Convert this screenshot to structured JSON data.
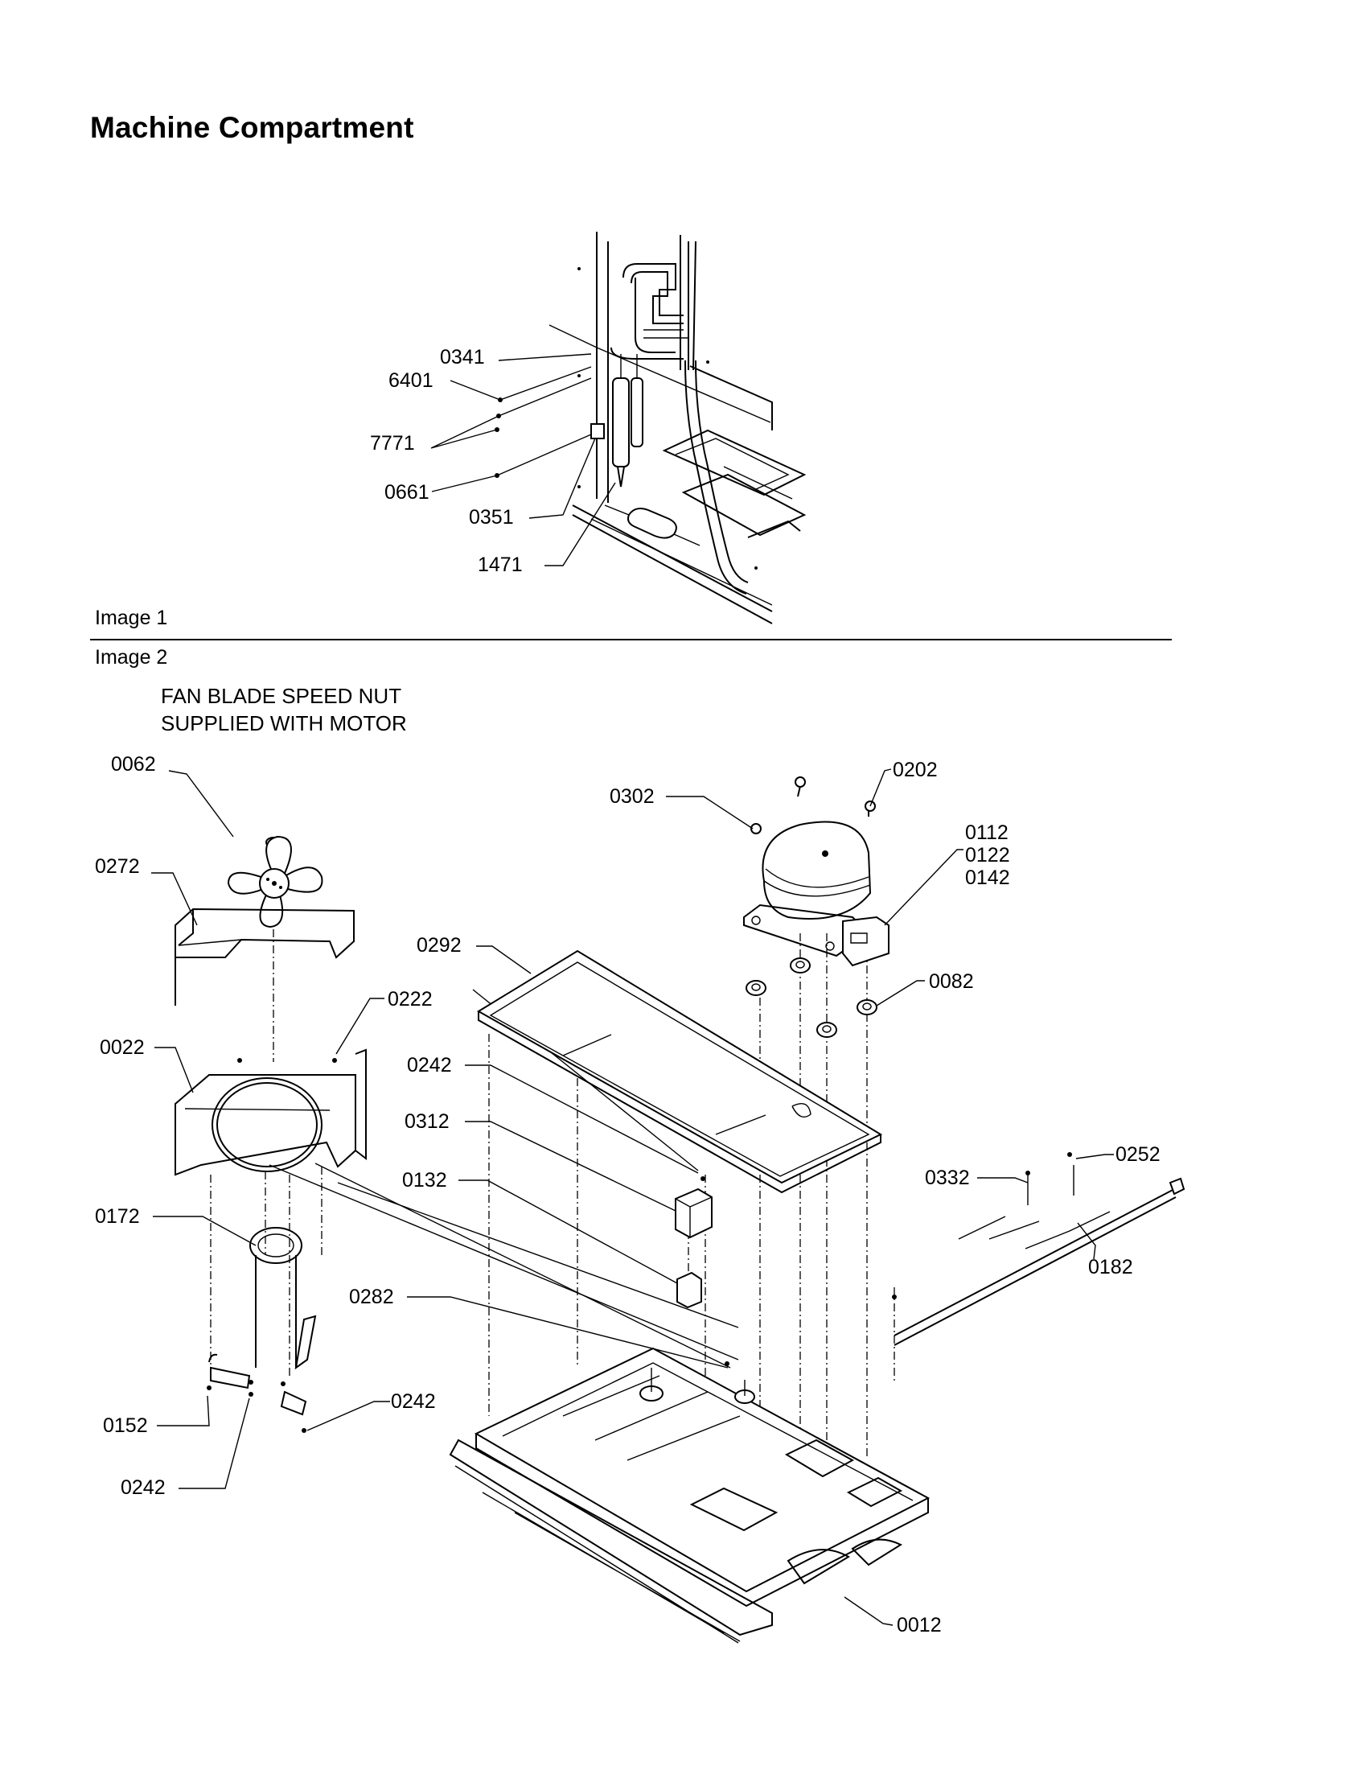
{
  "page": {
    "title": "Machine Compartment",
    "image1_label": "Image 1",
    "image2_label": "Image 2",
    "note": [
      "FAN BLADE SPEED NUT",
      "SUPPLIED WITH MOTOR"
    ]
  },
  "callouts_image1": [
    "0341",
    "6401",
    "7771",
    "0661",
    "0351",
    "1471"
  ],
  "callouts_image2": [
    "0062",
    "0272",
    "0022",
    "0222",
    "0172",
    "0152",
    "0242",
    "0242",
    "0302",
    "0202",
    "0112",
    "0122",
    "0142",
    "0082",
    "0292",
    "0242",
    "0312",
    "0132",
    "0282",
    "0332",
    "0252",
    "0182",
    "0012"
  ]
}
